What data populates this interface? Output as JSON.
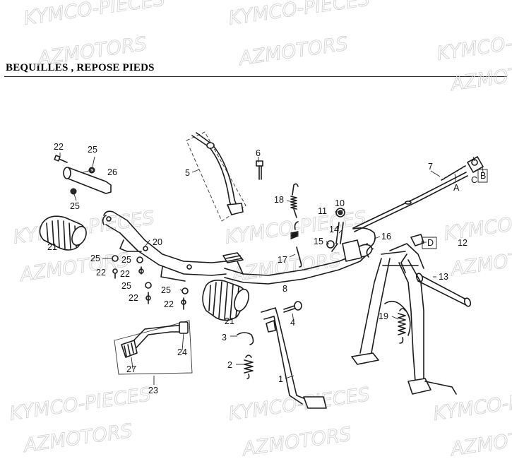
{
  "title": "BEQUILLES   , REPOSE PIEDS",
  "watermarks": [
    "KYMCO-PIECES",
    "AZMOTORS"
  ],
  "callouts": {
    "c1": "1",
    "c2": "2",
    "c3": "3",
    "c4": "4",
    "c5": "5",
    "c6": "6",
    "c7": "7",
    "c8": "8",
    "c10": "10",
    "c11": "11",
    "c12": "12",
    "c13": "13",
    "c14": "14",
    "c15": "15",
    "c16": "16",
    "c17": "17",
    "c18": "18",
    "c19": "19",
    "c20": "20",
    "c21a": "21",
    "c21b": "21",
    "c22a": "22",
    "c22b": "22",
    "c22c": "22",
    "c22d": "22",
    "c22e": "22",
    "c23": "23",
    "c24": "24",
    "c25a": "25",
    "c25b": "25",
    "c25c": "25",
    "c25d": "25",
    "c25e": "25",
    "c25f": "25",
    "c26": "26",
    "c27": "27",
    "cA": "A",
    "cB": "B",
    "cC": "C",
    "cD": "D"
  },
  "colors": {
    "line": "#1a1a1a",
    "watermark": "#d3d3d3"
  }
}
